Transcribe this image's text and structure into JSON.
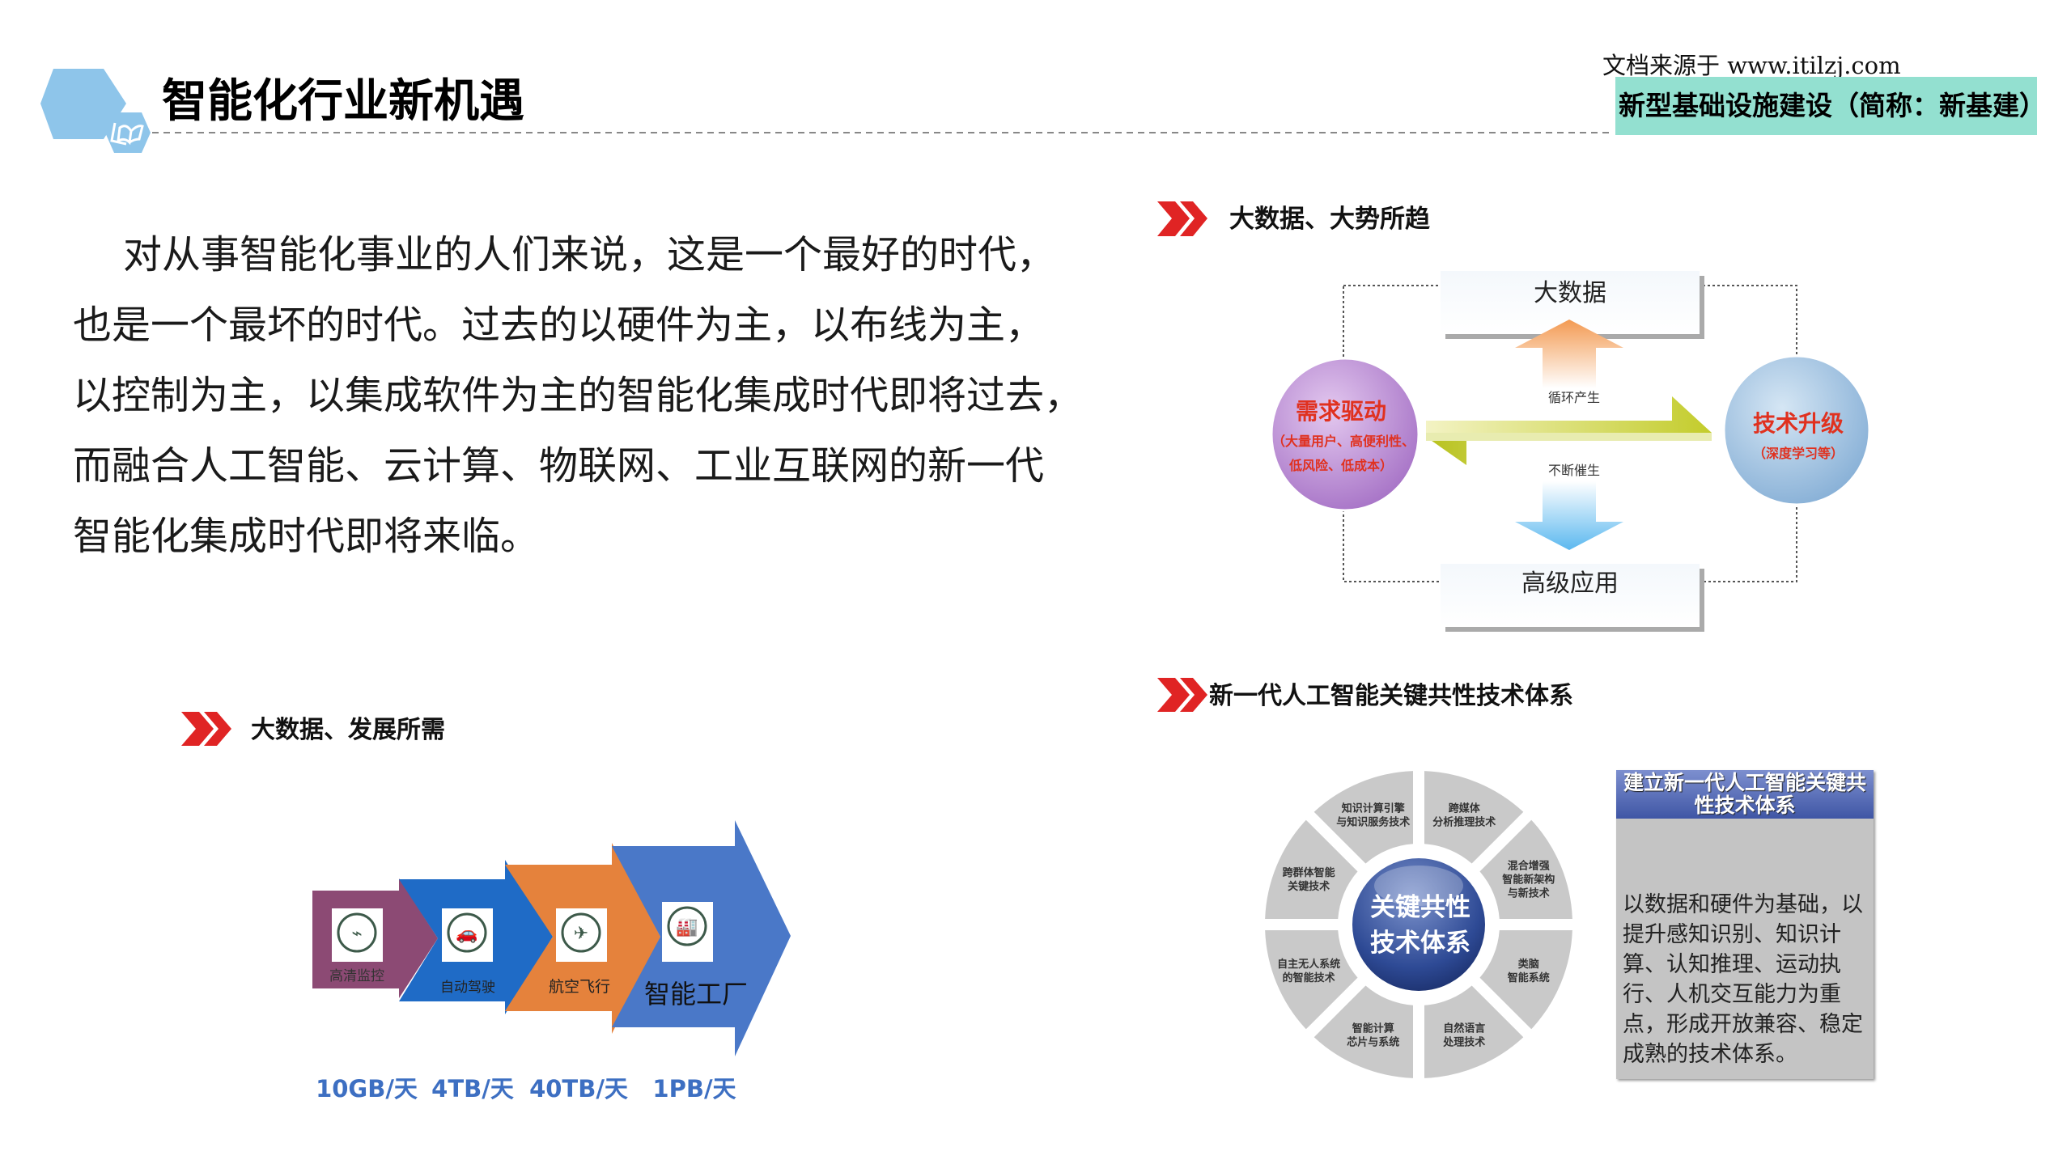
{
  "header": {
    "title": "智能化行业新机遇",
    "source_note": "文档来源于 www.itilzj.com",
    "badge": "新型基础设施建设（简称：新基建）"
  },
  "intro": {
    "lines": [
      "对从事智能化事业的人们来说，这是一个最好的时代，",
      "也是一个最坏的时代。过去的以硬件为主，以布线为主，",
      "以控制为主，以集成软件为主的智能化集成时代即将过去，",
      "而融合人工智能、云计算、物联网、工业互联网的新一代",
      "智能化集成时代即将来临。"
    ]
  },
  "colors": {
    "accent_red": "#e02424",
    "hex_blue": "#8ec5ea",
    "badge_green": "#93e0d0",
    "value_blue": "#3d6fc2"
  },
  "section_trend": {
    "heading": "大数据、大势所趋",
    "top_box": "大数据",
    "bottom_box": "高级应用",
    "left_circle": {
      "title": "需求驱动",
      "sub1": "（大量用户、高便利性、",
      "sub2": "低风险、低成本）"
    },
    "right_circle": {
      "title": "技术升级",
      "sub": "（深度学习等）"
    },
    "label_up": "循环产生",
    "label_down": "不断催生"
  },
  "section_needs": {
    "heading": "大数据、发展所需",
    "stages": [
      {
        "label": "高清监控",
        "value": "10GB/天",
        "icon": "cctv-camera-icon"
      },
      {
        "label": "自动驾驶",
        "value": "4TB/天",
        "icon": "car-icon"
      },
      {
        "label": "航空飞行",
        "value": "40TB/天",
        "icon": "airplane-icon"
      },
      {
        "label": "智能工厂",
        "value": "1PB/天",
        "icon": "factory-icon"
      }
    ]
  },
  "section_ai": {
    "heading": "新一代人工智能关键共性技术体系",
    "center": [
      "关键共性",
      "技术体系"
    ],
    "segments": [
      [
        "跨媒体",
        "分析推理技术"
      ],
      [
        "混合增强",
        "智能新架构",
        "与新技术"
      ],
      [
        "类脑",
        "智能系统"
      ],
      [
        "自然语言",
        "处理技术"
      ],
      [
        "智能计算",
        "芯片与系统"
      ],
      [
        "自主无人系统",
        "的智能技术"
      ],
      [
        "跨群体智能",
        "关键技术"
      ],
      [
        "知识计算引擎",
        "与知识服务技术"
      ]
    ],
    "box_title": "建立新一代人工智能关键共性技术体系",
    "box_text": "以数据和硬件为基础，以提升感知识别、知识计算、认知推理、运动执行、人机交互能力为重点，形成开放兼容、稳定成熟的技术体系。"
  }
}
